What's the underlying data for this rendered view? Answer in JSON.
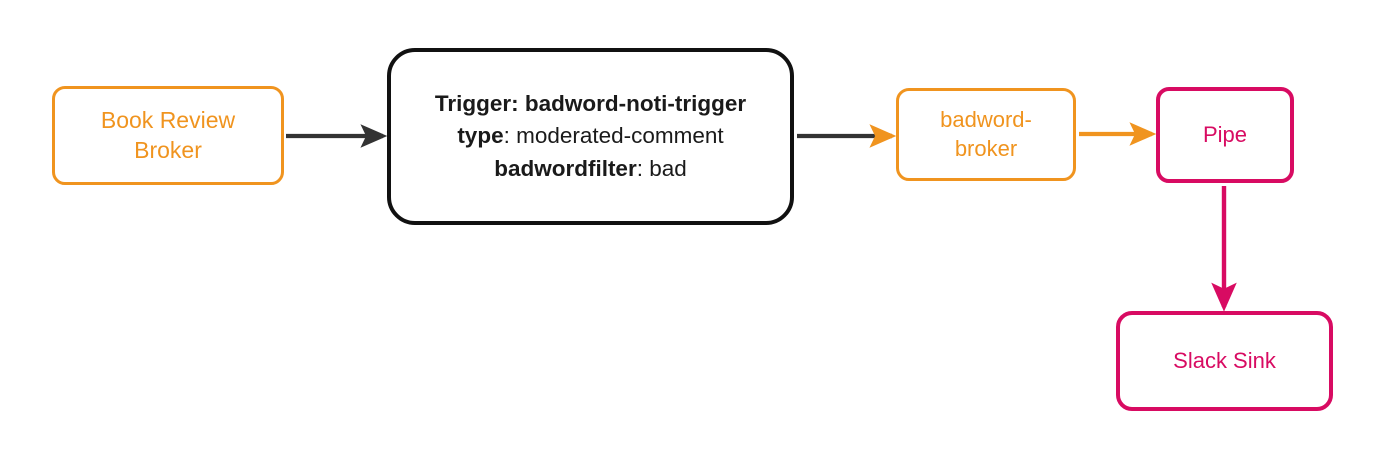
{
  "diagram": {
    "type": "flowchart",
    "orientation": "left-to-right",
    "background": "#ffffff",
    "colors": {
      "broker_orange": "#F0941F",
      "pipe_magenta": "#D80B62",
      "trigger_black": "#111111",
      "arrow_dark": "#333333"
    }
  },
  "nodes": {
    "book_review_broker": {
      "label": "Book Review\nBroker",
      "kind": "broker",
      "color": "#F0941F"
    },
    "trigger": {
      "title_key": "Trigger:",
      "title_value": "badword-noti-trigger",
      "rows": [
        {
          "key": "type",
          "separator": ": ",
          "value": "moderated-comment"
        },
        {
          "key": "badwordfilter",
          "separator": ": ",
          "value": "bad"
        }
      ],
      "kind": "trigger",
      "color": "#111111"
    },
    "badword_broker": {
      "label": "badword-\nbroker",
      "kind": "broker",
      "color": "#F0941F"
    },
    "pipe": {
      "label": "Pipe",
      "kind": "pipe",
      "color": "#D80B62"
    },
    "slack_sink": {
      "label": "Slack Sink",
      "kind": "sink",
      "color": "#D80B62"
    }
  },
  "edges": [
    {
      "from": "book_review_broker",
      "to": "trigger",
      "color": "#333333",
      "direction": "right"
    },
    {
      "from": "trigger",
      "to": "badword_broker",
      "color": "#333333",
      "direction": "right"
    },
    {
      "from": "badword_broker",
      "to": "pipe",
      "color": "#F0941F",
      "direction": "right"
    },
    {
      "from": "pipe",
      "to": "slack_sink",
      "color": "#D80B62",
      "direction": "down"
    }
  ]
}
